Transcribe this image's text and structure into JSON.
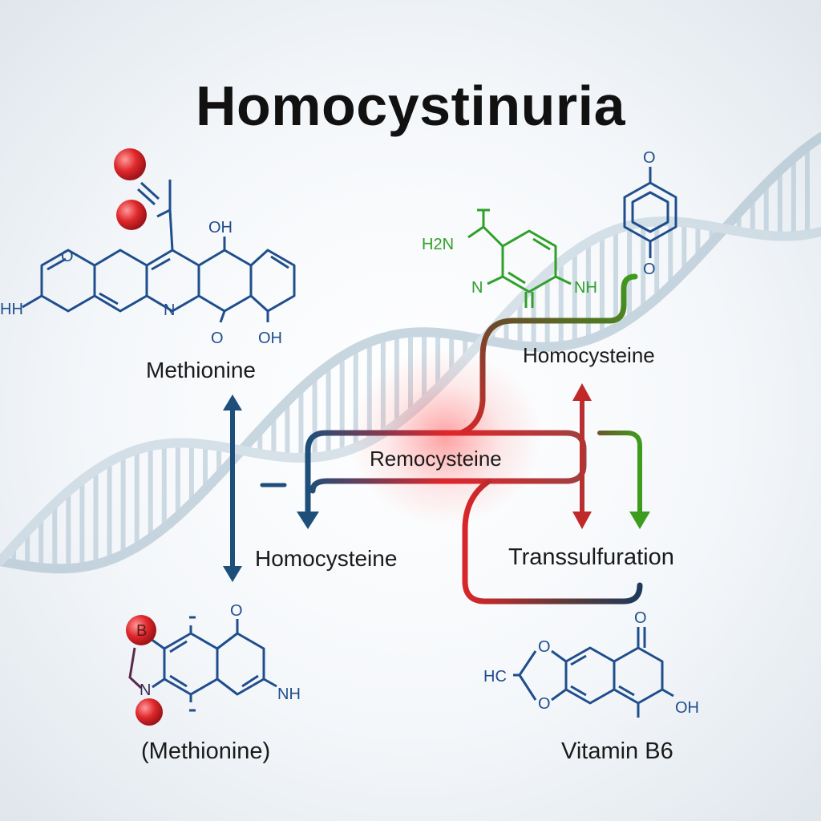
{
  "title": "Homocystinuria",
  "labels": {
    "methionine_top": "Methionine",
    "homocysteine_top": "Homocysteine",
    "remocysteine": "Remocysteine",
    "homocysteine_mid": "Homocysteine",
    "transsulfuration": "Transsulfuration",
    "methionine_bottom": "(Methionine)",
    "vitamin_b6": "Vitamin B6"
  },
  "atoms": {
    "methionine_top": {
      "oh1": "OH",
      "oh2": "OH",
      "o_ring": "O",
      "n": "N",
      "o_keto": "O",
      "nh": "HH"
    },
    "green": {
      "h2n": "H2N",
      "n": "N",
      "nh": "NH"
    },
    "phenol": {
      "o_top": "O",
      "o_bottom": "O"
    },
    "methionine_bottom": {
      "b": "B",
      "n": "N",
      "o": "O",
      "nh": "NH"
    },
    "vitamin_b6": {
      "hc": "HC",
      "o1": "O",
      "o2": "O",
      "o_keto": "O",
      "oh": "OH"
    }
  },
  "colors": {
    "blue": "#1d4f7a",
    "red": "#d9262a",
    "green": "#3e9c1d",
    "molecule_blue": "#1f4e8c",
    "molecule_green": "#2fa02a",
    "atom_red": "#e0282c"
  }
}
